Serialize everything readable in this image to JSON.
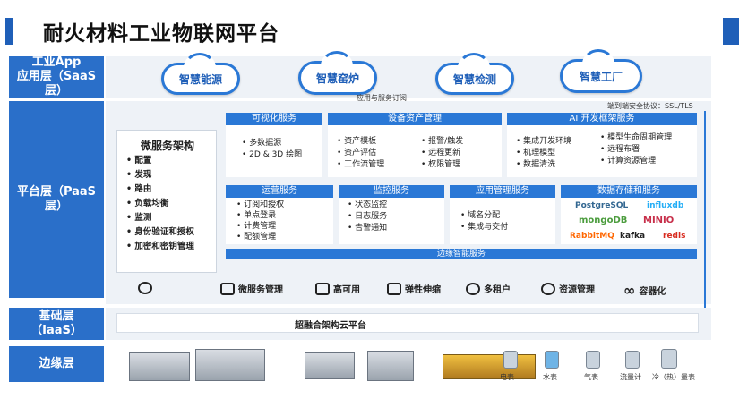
{
  "title": "耐火材料工业物联网平台",
  "layers": {
    "saas": {
      "line1": "工业App",
      "line2": "应用层（SaaS层）"
    },
    "paas": "平台层（PaaS层）",
    "iaas": {
      "line1": "基础层",
      "line2": "（IaaS）"
    },
    "edge": "边缘层"
  },
  "apps": [
    "智慧能源",
    "智慧窑炉",
    "智慧检测",
    "智慧工厂"
  ],
  "app_service_note": "应用与服务订阅",
  "security_note": "端到端安全协议：SSL/TLS",
  "microservice": {
    "title": "微服务架构",
    "items": [
      "配置",
      "发现",
      "路由",
      "负载均衡",
      "监测",
      "身份验证和授权",
      "加密和密钥管理"
    ]
  },
  "sections": {
    "visual": {
      "title": "可视化服务",
      "items": [
        "多数据源",
        "2D & 3D 绘图"
      ]
    },
    "device": {
      "title": "设备资产管理",
      "col1": [
        "资产模板",
        "资产评估",
        "工作流管理"
      ],
      "col2": [
        "报警/触发",
        "远程更新",
        "权限管理"
      ]
    },
    "ai": {
      "title": "AI 开发框架服务",
      "col1": [
        "集成开发环境",
        "机理模型",
        "数据清洗"
      ],
      "col2": [
        "模型生命周期管理",
        "远程布署",
        "计算资源管理"
      ]
    },
    "ops": {
      "title": "运营服务",
      "items": [
        "订阅和授权",
        "单点登录",
        "计费管理",
        "配额管理"
      ]
    },
    "monitor": {
      "title": "监控服务",
      "items": [
        "状态监控",
        "日志服务",
        "告警通知"
      ]
    },
    "appmgmt": {
      "title": "应用管理服务",
      "items": [
        "域名分配",
        "集成与交付"
      ]
    },
    "storage": {
      "title": "数据存储和服务",
      "logos": [
        "PostgreSQL",
        "influxdb",
        "mongoDB",
        "MINIO",
        "RabbitMQ",
        "kafka",
        "redis"
      ]
    },
    "edge_smart": {
      "title": "边缘智能服务"
    }
  },
  "features": [
    "微服务管理",
    "高可用",
    "弹性伸缩",
    "多租户",
    "资源管理",
    "容器化"
  ],
  "iaas_platform": "超融合架构云平台",
  "edge_devices": [
    "电表",
    "水表",
    "气表",
    "流量计",
    "冷（热）量表"
  ]
}
